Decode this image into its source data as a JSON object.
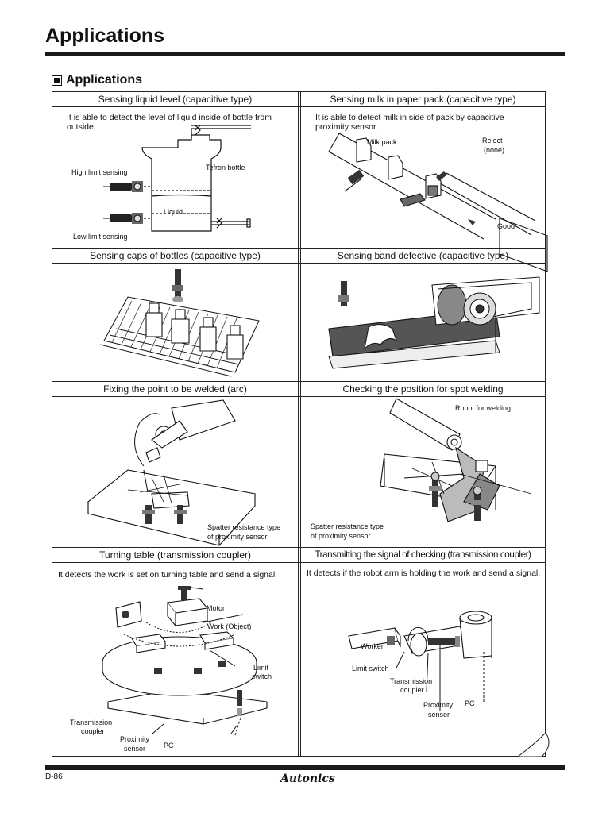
{
  "page": {
    "title": "Applications",
    "section_title": "Applications",
    "page_number": "D-86",
    "brand": "Autonics"
  },
  "cells": [
    {
      "heading": "Sensing liquid level (capacitive type)",
      "description": "It is able to detect the level of liquid inside of bottle from outside.",
      "labels": [
        "Tefron bottle",
        "High limit sensing",
        "Liquid",
        "Low limit sensing"
      ]
    },
    {
      "heading": "Sensing milk in paper pack (capacitive type)",
      "description": "It is able to detect milk in side of pack by capacitive proximity sensor.",
      "labels": [
        "Milk pack",
        "Reject",
        "(none)",
        "Good"
      ]
    },
    {
      "heading": "Sensing caps of bottles (capacitive type)",
      "labels": []
    },
    {
      "heading": "Sensing band defective (capacitive type)",
      "labels": []
    },
    {
      "heading": "Fixing the point to be welded (arc)",
      "labels": [
        "Spatter resistance type",
        "of proximity sensor"
      ]
    },
    {
      "heading": "Checking the position for spot welding",
      "labels": [
        "Robot for welding",
        "Spatter resistance type",
        "of proximity sensor"
      ]
    },
    {
      "heading": "Turning table (transmission coupler)",
      "description": "It detects the work is set on turning table and send a signal.",
      "labels": [
        "Motor",
        "Work (Object)",
        "Limit",
        "switch",
        "Transmission",
        "coupler",
        "Proximity",
        "sensor",
        "PC"
      ]
    },
    {
      "heading": "Transmitting the signal of checking (transmission coupler)",
      "description": "It detects if the robot arm is holding the work and send a signal.",
      "labels": [
        "Worker",
        "Limit switch",
        "Transmission",
        "coupler",
        "Proximity",
        "sensor",
        "PC"
      ]
    }
  ]
}
